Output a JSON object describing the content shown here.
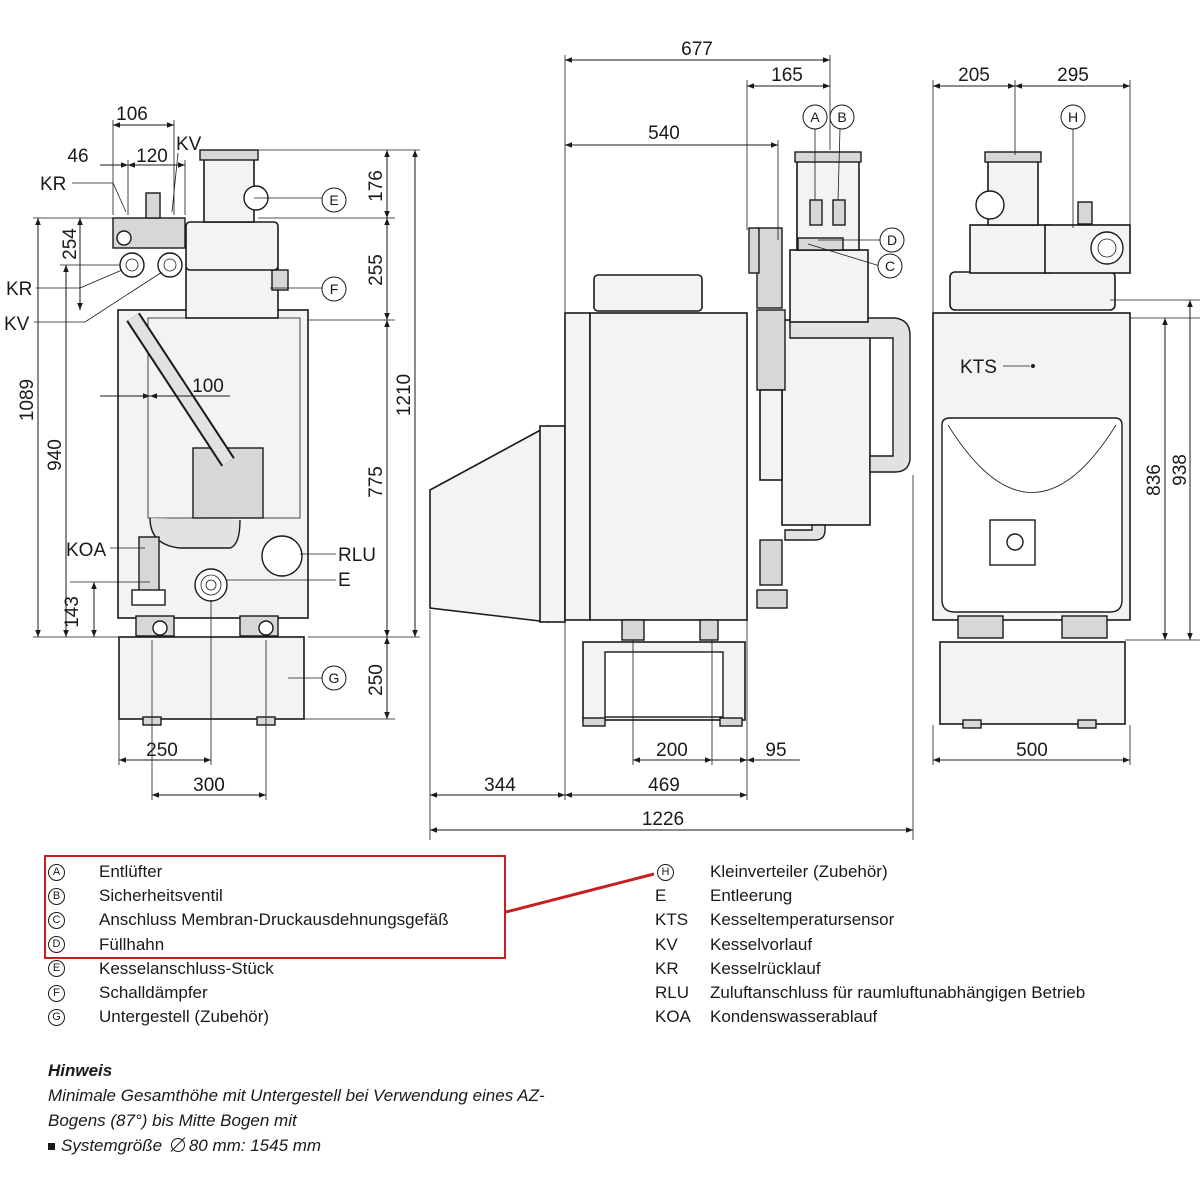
{
  "dimensions": {
    "front": {
      "d106": "106",
      "d46": "46",
      "d120": "120",
      "d254": "254",
      "d1089": "1089",
      "d940": "940",
      "d143": "143",
      "d100": "100",
      "d176": "176",
      "d255": "255",
      "d775": "775",
      "d1210": "1210",
      "d250h": "250",
      "d250w": "250",
      "d300": "300"
    },
    "side": {
      "d677": "677",
      "d165": "165",
      "d540": "540",
      "d200": "200",
      "d95": "95",
      "d344": "344",
      "d469": "469",
      "d1226": "1226"
    },
    "back": {
      "d205": "205",
      "d295": "295",
      "d836": "836",
      "d938": "938",
      "d500": "500"
    }
  },
  "labels": {
    "KR": "KR",
    "KV": "KV",
    "KOA": "KOA",
    "RLU": "RLU",
    "E": "E",
    "KTS": "KTS"
  },
  "callouts": {
    "A": "A",
    "B": "B",
    "C": "C",
    "D": "D",
    "E": "E",
    "F": "F",
    "G": "G",
    "H": "H"
  },
  "legend_left": [
    {
      "mark": "A",
      "text": "Entlüfter"
    },
    {
      "mark": "B",
      "text": "Sicherheitsventil"
    },
    {
      "mark": "C",
      "text": "Anschluss Membran-Druckausdehnungsgefäß"
    },
    {
      "mark": "D",
      "text": "Füllhahn"
    },
    {
      "mark": "E",
      "text": "Kesselanschluss-Stück"
    },
    {
      "mark": "F",
      "text": "Schalldämpfer"
    },
    {
      "mark": "G",
      "text": "Untergestell (Zubehör)"
    }
  ],
  "legend_right": [
    {
      "mark": "H",
      "text": "Kleinverteiler (Zubehör)"
    },
    {
      "key": "E",
      "text": "Entleerung"
    },
    {
      "key": "KTS",
      "text": "Kesseltemperatursensor"
    },
    {
      "key": "KV",
      "text": "Kesselvorlauf"
    },
    {
      "key": "KR",
      "text": "Kesselrücklauf"
    },
    {
      "key": "RLU",
      "text": "Zuluftanschluss für raumluftunabhängigen Betrieb"
    },
    {
      "key": "KOA",
      "text": "Kondenswasserablauf"
    }
  ],
  "note": {
    "title": "Hinweis",
    "line1": "Minimale Gesamthöhe mit Untergestell bei Verwendung eines AZ-",
    "line2": "Bogens (87°) bis Mitte Bogen mit",
    "line3_prefix": "Systemgröße",
    "line3_suffix": "80 mm: 1545 mm"
  },
  "colors": {
    "highlight": "#c81e1e",
    "line": "#1a1a1a",
    "housing": "#f3f3f3"
  }
}
